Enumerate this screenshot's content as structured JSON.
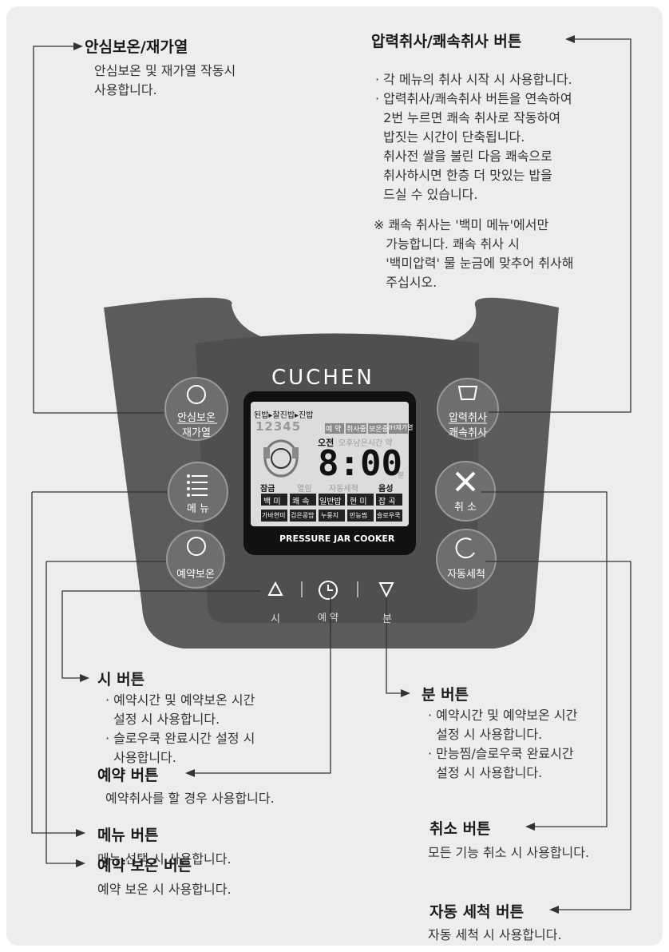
{
  "brand": "CUCHEN",
  "colors": {
    "panel": "#5b5b5b",
    "panel_inner": "#4a4a4a",
    "button": "#6c6c6c",
    "line": "#333333",
    "lcd_bg": "#111111",
    "lcd_screen": "#dcdcdc"
  },
  "buttons": {
    "keep_warm": {
      "line1": "안심보온",
      "line2": "재가열",
      "icon": "circular-arrows-icon"
    },
    "menu": {
      "label": "메 뉴",
      "icon": "list-menu-icon"
    },
    "reserve_warm": {
      "label": "예약보온",
      "icon": "clock-arrow-icon"
    },
    "pressure_cook": {
      "line1": "압력취사",
      "line2": "쾌속취사",
      "icon": "pot-icon"
    },
    "cancel": {
      "label": "취 소",
      "icon": "x-icon"
    },
    "auto_clean": {
      "label": "자동세척",
      "icon": "clean-icon"
    },
    "hour": {
      "label": "시",
      "icon": "triangle-up-icon"
    },
    "reserve": {
      "label": "예 약",
      "icon": "clock-icon"
    },
    "minute": {
      "label": "분",
      "icon": "triangle-down-icon"
    }
  },
  "lcd": {
    "rice_types": "된밥▸찰진밥▸진밥",
    "numbers": "12345",
    "number_active": "3",
    "status_boxes": [
      "예 약",
      "취사중",
      "보온중",
      "IH재가열"
    ],
    "ampm": "오전",
    "time_labels": "오후남은시간 약",
    "time": "8:00",
    "minute_unit": "분",
    "icons_row": [
      "잠금",
      "열림",
      "자동세척",
      "음성"
    ],
    "menu_row1": [
      "백 미",
      "쾌 속",
      "일반밥",
      "현 미",
      "잡 곡"
    ],
    "menu_row2": [
      "가바현미",
      "검은콩밥",
      "누룽지",
      "만능찜",
      "슬로우쿡"
    ],
    "footer": "PRESSURE JAR COOKER"
  },
  "annotations": {
    "keep_warm": {
      "title": "안심보온/재가열",
      "lines": [
        "안심보온 및 재가열 작동시",
        "사용합니다."
      ]
    },
    "pressure": {
      "title": "압력취사/쾌속취사 버튼",
      "lines": [
        "· 각 메뉴의 취사 시작 시 사용합니다.",
        "· 압력취사/쾌속취사 버튼을 연속하여",
        "  2번 누르면 쾌속 취사로 작동하여",
        "  밥짓는 시간이 단축됩니다.",
        "  취사전 쌀을 불린 다음 쾌속으로",
        "  취사하시면 한층 더 맛있는 밥을",
        "  드실 수 있습니다."
      ],
      "note_lines": [
        "※ 쾌속 취사는 '백미 메뉴'에서만",
        "   가능합니다. 쾌속 취사 시",
        "   '백미압력' 물 눈금에 맞추어 취사해",
        "   주십시오."
      ]
    },
    "hour": {
      "title": "시 버튼",
      "lines": [
        "· 예약시간 및 예약보온 시간",
        "  설정 시 사용합니다.",
        "· 슬로우쿡 완료시간 설정 시",
        "  사용합니다."
      ]
    },
    "minute": {
      "title": "분 버튼",
      "lines": [
        "· 예약시간 및 예약보온 시간",
        "  설정 시 사용합니다.",
        "· 만능찜/슬로우쿡 완료시간",
        "  설정 시 사용합니다."
      ]
    },
    "reserve": {
      "title": "예약 버튼",
      "lines": [
        "예약취사를 할 경우 사용합니다."
      ]
    },
    "cancel": {
      "title": "취소 버튼",
      "lines": [
        "모든 기능 취소 시 사용합니다."
      ]
    },
    "menu": {
      "title": "메뉴 버튼",
      "lines": [
        "메뉴 선택 시 사용합니다."
      ]
    },
    "auto_clean": {
      "title": "자동 세척 버튼",
      "lines": [
        "자동 세척 시 사용합니다."
      ]
    },
    "reserve_warm": {
      "title": "예약 보온 버튼",
      "lines": [
        "예약 보온 시 사용합니다."
      ]
    }
  }
}
